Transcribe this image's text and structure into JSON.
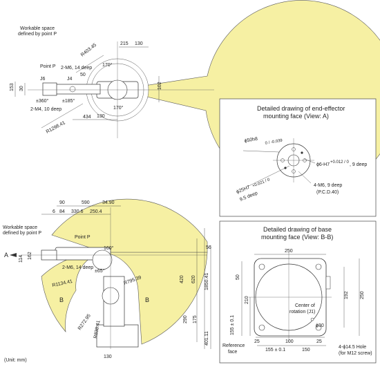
{
  "top_view": {
    "workable_label_1": "Workable space",
    "workable_label_2": "defined by point P",
    "r_outer": "R1298.41",
    "r_inner": "R403.45",
    "dim_215": "215",
    "dim_130": "130",
    "dim_102": "102",
    "dim_434": "434",
    "dim_130b": "130",
    "dim_153": "153",
    "dim_30": "30",
    "dim_50": "50",
    "angle_170a": "170°",
    "angle_170b": "170°",
    "angle_360": "±360°",
    "angle_185": "±185°",
    "point_p": "Point P",
    "m6_label": "2-M6, 14 deep",
    "m4_label": "2-M4, 10 deep",
    "j6": "J6",
    "j4": "J4"
  },
  "side_view": {
    "workable_label_1": "Workable space",
    "workable_label_2": "defined by point P",
    "point_p": "Point P",
    "m6_label": "2-M6, 14 deep",
    "dim_90": "90",
    "dim_590": "590",
    "dim_3490": "34.90",
    "dim_6": "6",
    "dim_84": "84",
    "dim_3306": "330.6",
    "dim_2504": "250.4",
    "dim_56": "56",
    "dim_114": "114",
    "dim_162": "162",
    "angle_160": "160°",
    "angle_65": "±65°",
    "r_1134": "R1134.41",
    "r_79539": "R795.39",
    "r_27295": "R272.95",
    "r_2834": "R838.41",
    "dim_620": "620",
    "dim_290": "290",
    "dim_175": "175",
    "dim_1850": "1850.41",
    "dim_40111": "401.11",
    "dim_420": "420",
    "dim_130": "130",
    "arrow_a": "A",
    "arrow_b1": "B",
    "arrow_b2": "B",
    "unit": "(Unit: mm)"
  },
  "panel_a": {
    "title_1": "Detailed drawing of end-effector",
    "title_2": "mounting face (View: A)",
    "phi50": "ϕ50h8",
    "phi50_tol": "0 / -0.039",
    "phi6": "ϕ6-H7",
    "phi6_tol": "+0.012 / 0",
    "phi6_tail": ", 9 deep",
    "phi25": "ϕ25H7",
    "phi25_tol": "+0.021 / 0",
    "phi25_deep": "9.5 deep",
    "m6": "4-M6, 9 deep",
    "pcd": "(P.C.D.40)"
  },
  "panel_b": {
    "title_1": "Detailed drawing of base",
    "title_2": "mounting face (View: B-B)",
    "dim_250_top": "250",
    "dim_250_right": "250",
    "dim_192": "192",
    "dim_50": "50",
    "dim_210": "210",
    "dim_155": "155 ± 0.1",
    "dim_155b": "155 ± 0.1",
    "dim_25a": "25",
    "dim_25b": "25",
    "dim_100": "100",
    "dim_150": "150",
    "center_1": "Center of",
    "center_2": "rotation (J1)",
    "phi30": "ϕ30",
    "ref_1": "Reference",
    "ref_2": "face",
    "hole_1": "4-ϕ14.5 Hole",
    "hole_2": "(for M12 screw)"
  }
}
